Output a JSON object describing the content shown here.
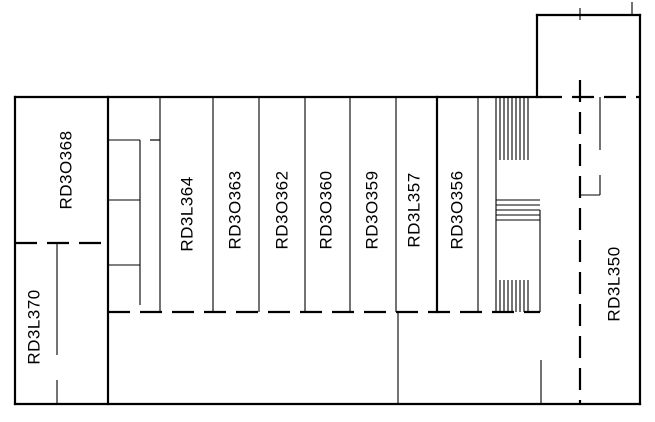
{
  "floor_plan": {
    "rooms": [
      {
        "id": "RD3O368",
        "label": "RD3O368"
      },
      {
        "id": "RD3L370",
        "label": "RD3L370"
      },
      {
        "id": "RD3L364",
        "label": "RD3L364"
      },
      {
        "id": "RD3O363",
        "label": "RD3O363"
      },
      {
        "id": "RD3O362",
        "label": "RD3O362"
      },
      {
        "id": "RD3O360",
        "label": "RD3O360"
      },
      {
        "id": "RD3O359",
        "label": "RD3O359"
      },
      {
        "id": "RD3L357",
        "label": "RD3L357"
      },
      {
        "id": "RD3O356",
        "label": "RD3O356"
      },
      {
        "id": "RD3L350",
        "label": "RD3L350"
      }
    ]
  }
}
